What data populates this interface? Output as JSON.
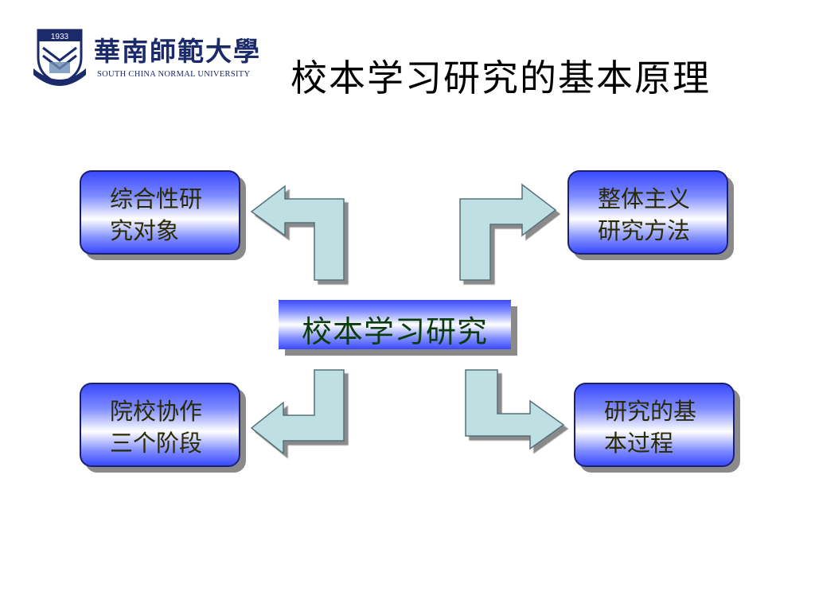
{
  "header": {
    "logo_name_cn": "華南師範大學",
    "logo_name_en": "SOUTH CHINA NORMAL UNIVERSITY",
    "logo_year": "1933",
    "title": "校本学习研究的基本原理"
  },
  "diagram": {
    "center": "校本学习研究",
    "nodes": {
      "top_left": {
        "line1": "综合性研",
        "line2": "究对象"
      },
      "top_right": {
        "line1": "整体主义",
        "line2": "研究方法"
      },
      "bottom_left": {
        "line1": "院校协作",
        "line2": "三个阶段"
      },
      "bottom_right": {
        "line1": "研究的基",
        "line2": "本过程"
      }
    },
    "colors": {
      "node_gradient_edge": "#3a4aff",
      "node_border": "#1a1f6e",
      "arrow_fill": "#bfe0e3",
      "arrow_stroke": "#55707a",
      "shadow": "#8a8a8a"
    }
  }
}
